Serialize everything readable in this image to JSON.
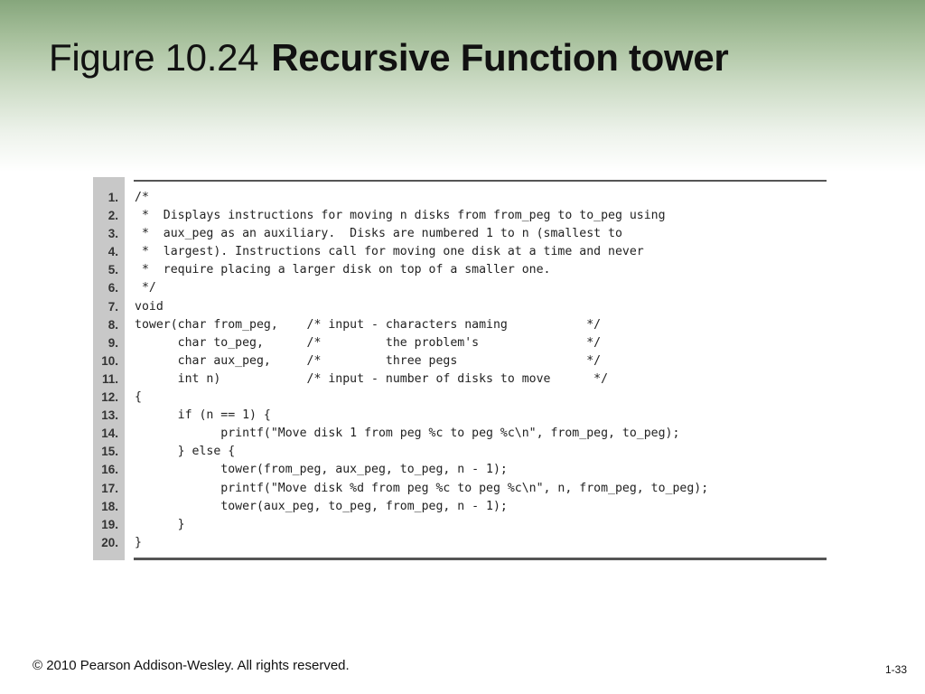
{
  "slide": {
    "title_prefix": "Figure 10.24",
    "title_bold": "Recursive Function tower",
    "copyright": "© 2010 Pearson Addison-Wesley. All rights reserved.",
    "page_number": "1-33"
  },
  "code": {
    "lines": [
      {
        "no": "1.",
        "text": "/*"
      },
      {
        "no": "2.",
        "text": " *  Displays instructions for moving n disks from from_peg to to_peg using"
      },
      {
        "no": "3.",
        "text": " *  aux_peg as an auxiliary.  Disks are numbered 1 to n (smallest to"
      },
      {
        "no": "4.",
        "text": " *  largest). Instructions call for moving one disk at a time and never"
      },
      {
        "no": "5.",
        "text": " *  require placing a larger disk on top of a smaller one."
      },
      {
        "no": "6.",
        "text": " */"
      },
      {
        "no": "7.",
        "text": "void"
      },
      {
        "no": "8.",
        "text": "tower(char from_peg,    /* input - characters naming           */"
      },
      {
        "no": "9.",
        "text": "      char to_peg,      /*         the problem's               */"
      },
      {
        "no": "10.",
        "text": "      char aux_peg,     /*         three pegs                  */"
      },
      {
        "no": "11.",
        "text": "      int n)            /* input - number of disks to move      */"
      },
      {
        "no": "12.",
        "text": "{"
      },
      {
        "no": "13.",
        "text": "      if (n == 1) {"
      },
      {
        "no": "14.",
        "text": "            printf(\"Move disk 1 from peg %c to peg %c\\n\", from_peg, to_peg);"
      },
      {
        "no": "15.",
        "text": "      } else {"
      },
      {
        "no": "16.",
        "text": "            tower(from_peg, aux_peg, to_peg, n - 1);"
      },
      {
        "no": "17.",
        "text": "            printf(\"Move disk %d from peg %c to peg %c\\n\", n, from_peg, to_peg);"
      },
      {
        "no": "18.",
        "text": "            tower(aux_peg, to_peg, from_peg, n - 1);"
      },
      {
        "no": "19.",
        "text": "      }"
      },
      {
        "no": "20.",
        "text": "}"
      }
    ]
  }
}
